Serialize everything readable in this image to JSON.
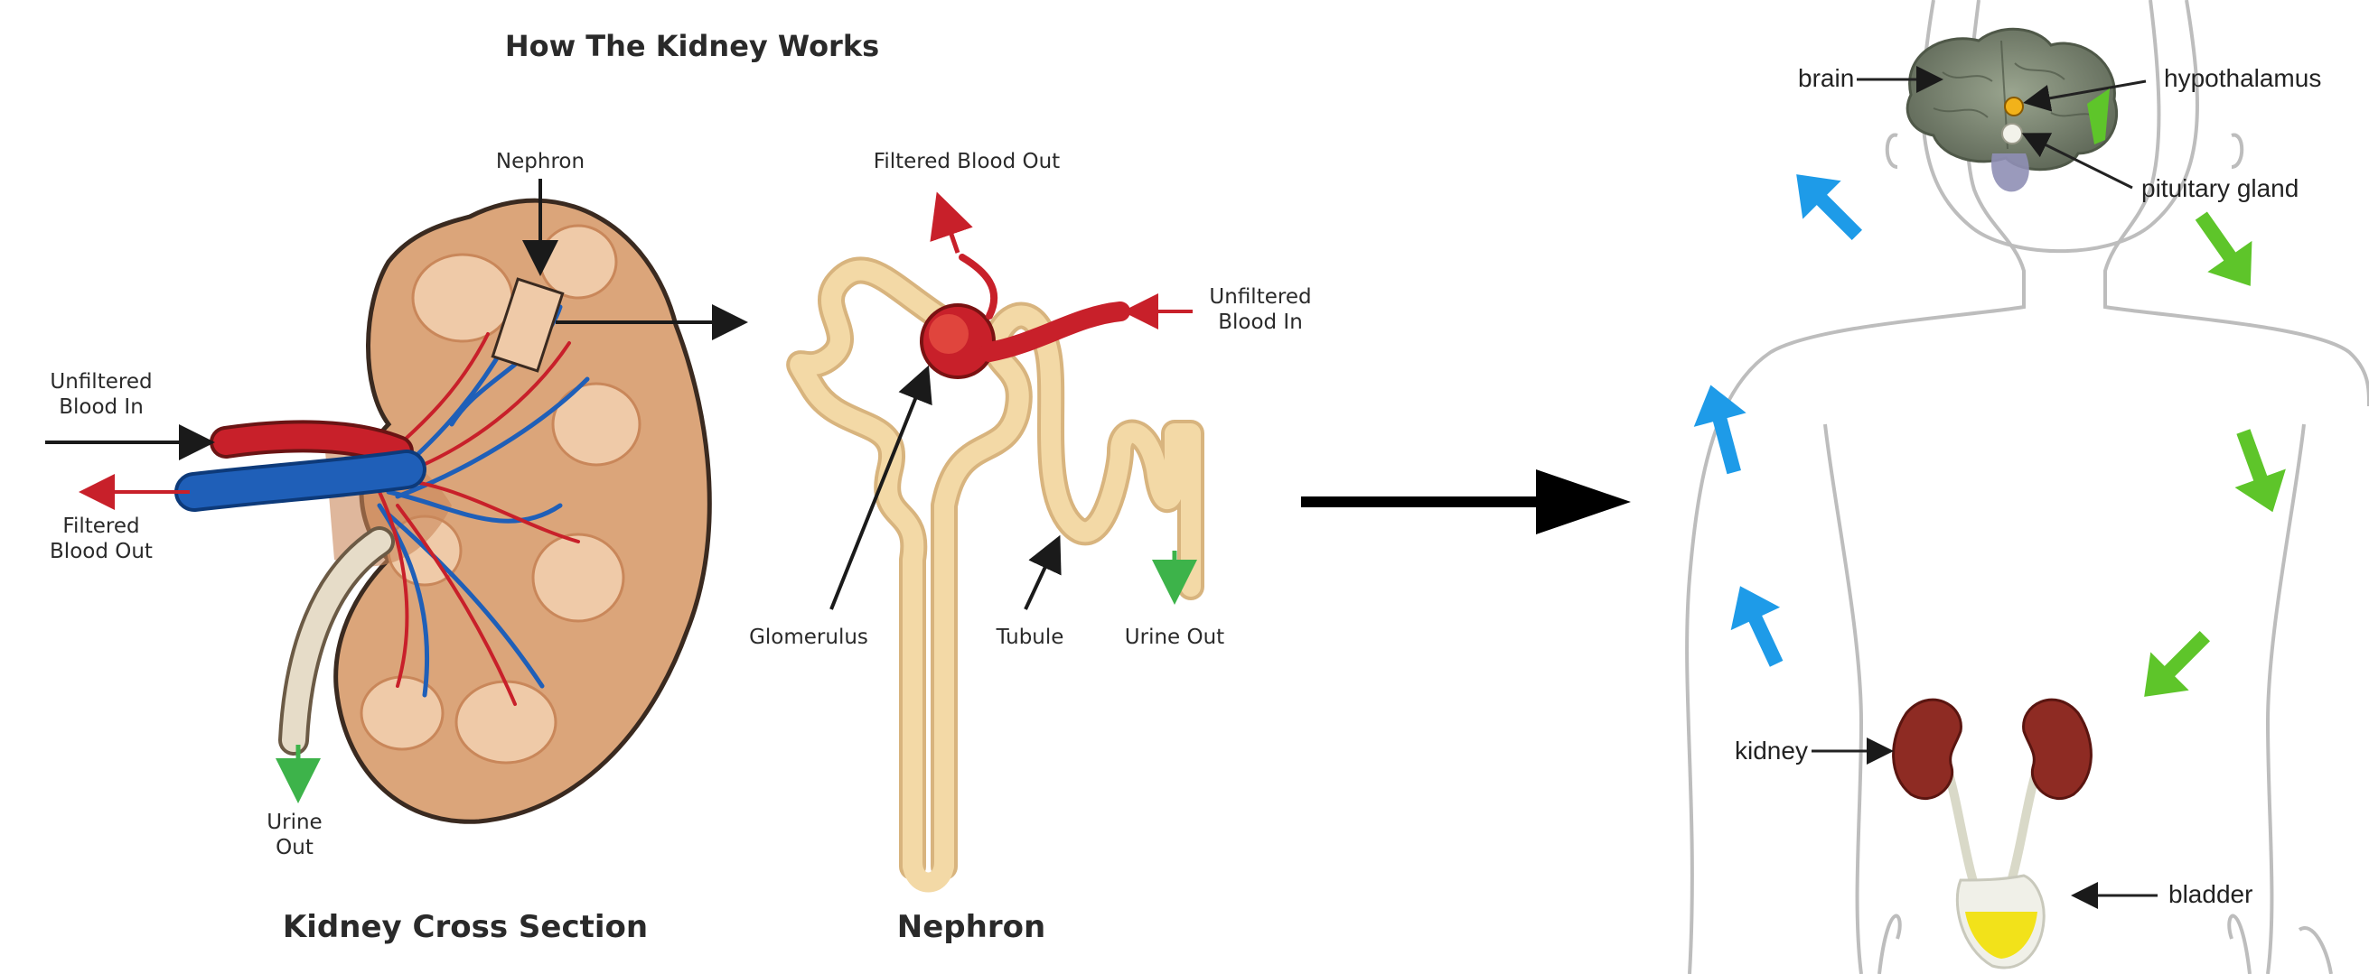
{
  "left_panel": {
    "title": "How The Kidney Works",
    "nephron_callout": "Nephron",
    "unfiltered_in": [
      "Unfiltered",
      "Blood In"
    ],
    "filtered_out": [
      "Filtered",
      "Blood Out"
    ],
    "urine_out": [
      "Urine",
      "Out"
    ],
    "cross_section_caption": "Kidney Cross Section",
    "nephron_filtered_out": "Filtered Blood Out",
    "nephron_unfiltered_in": [
      "Unfiltered",
      "Blood In"
    ],
    "glomerulus": "Glomerulus",
    "tubule": "Tubule",
    "nephron_urine_out": "Urine Out",
    "nephron_caption": "Nephron"
  },
  "right_panel": {
    "brain": "brain",
    "hypothalamus": "hypothalamus",
    "pituitary": "pituitary gland",
    "kidney": "kidney",
    "bladder": "bladder"
  },
  "colors": {
    "artery": "#c8202a",
    "vein": "#1f5fb8",
    "kidney_tissue": "#dba57a",
    "kidney_dark": "#c9875a",
    "tubule": "#f3d9a6",
    "urine_arrow": "#3db34a",
    "blue_arrow": "#1e9be8",
    "green_arrow": "#5ec52a",
    "organ_kidney": "#8e2b23",
    "bladder_urine": "#f2e21a",
    "brain": "#7f8a76",
    "gland": "#f2b21a"
  },
  "icons": [
    "right-arrow-icon",
    "kidney-icon",
    "nephron-icon",
    "brain-icon",
    "bladder-icon"
  ]
}
